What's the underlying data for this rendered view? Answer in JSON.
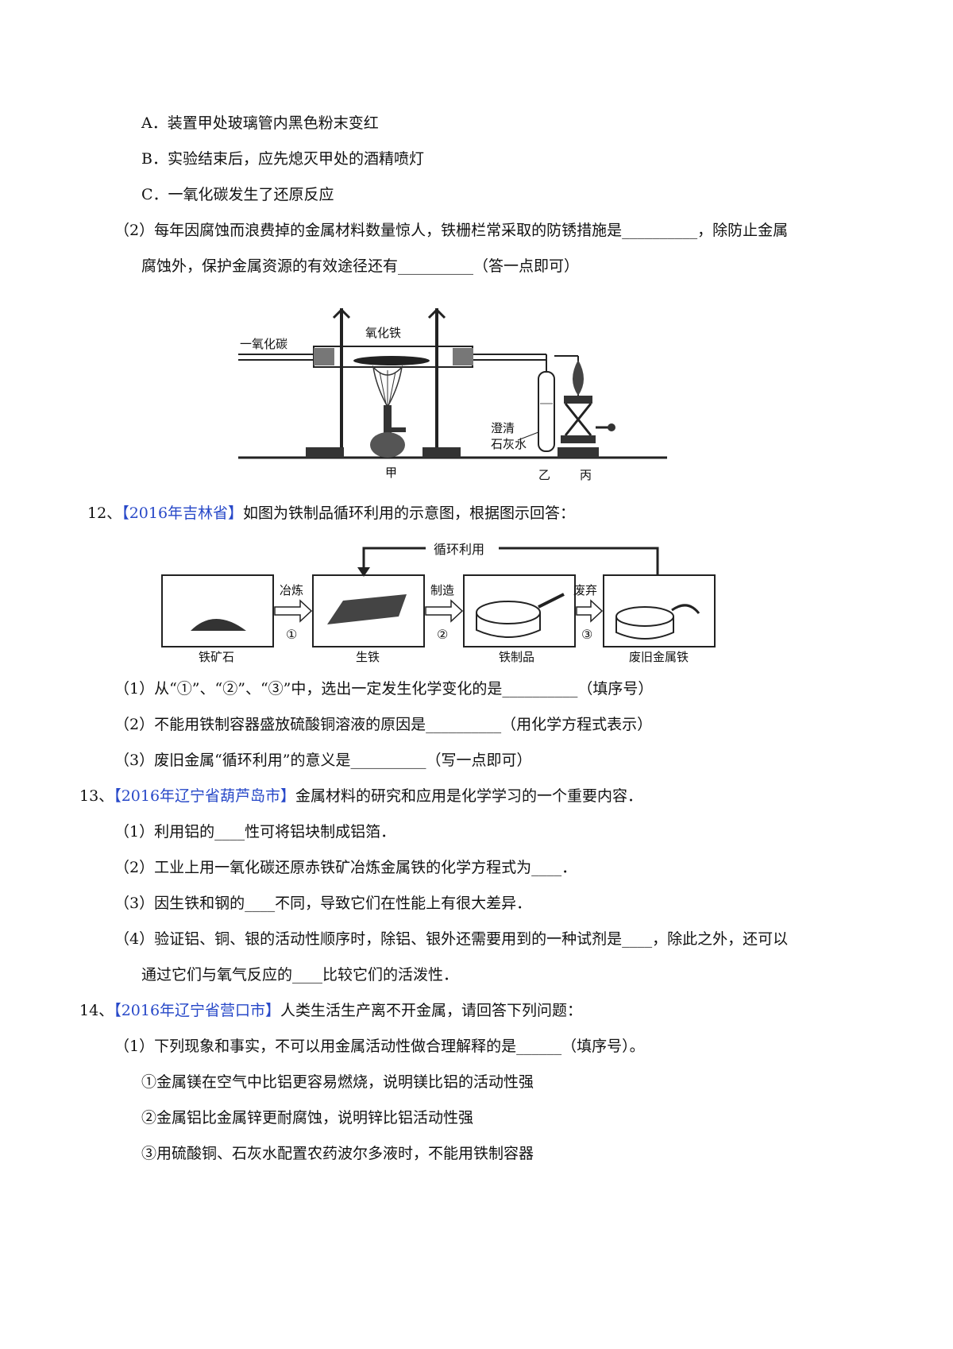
{
  "q11": {
    "optA": "A．装置甲处玻璃管内黑色粉末变红",
    "optB": "B．实验结束后，应先熄灭甲处的酒精喷灯",
    "optC": "C．一氧化碳发生了还原反应",
    "p2_line1": "（2）每年因腐蚀而浪费掉的金属材料数量惊人，铁栅栏常采取的防锈措施是__________，除防止金属",
    "p2_line2": "腐蚀外，保护金属资源的有效途径还有__________（答一点即可）",
    "figure": {
      "label_co": "一氧化碳",
      "label_fe2o3": "氧化铁",
      "label_limewater_1": "澄清",
      "label_limewater_2": "石灰水",
      "label_jia": "甲",
      "label_yi": "乙",
      "label_bing": "丙"
    }
  },
  "q12": {
    "number": "12、",
    "source": "【2016年吉林省】",
    "stem": "如图为铁制品循环利用的示意图，根据图示回答：",
    "figure": {
      "cycle_label": "循环利用",
      "step1": "冶炼",
      "step2": "制造",
      "step3": "废弃",
      "circle1": "①",
      "circle2": "②",
      "circle3": "③",
      "box1": "铁矿石",
      "box2": "生铁",
      "box3": "铁制品",
      "box4": "废旧金属铁"
    },
    "sub1": "（1）从“①”、“②”、“③”中，选出一定发生化学变化的是__________（填序号）",
    "sub2": "（2）不能用铁制容器盛放硫酸铜溶液的原因是__________（用化学方程式表示）",
    "sub3": "（3）废旧金属“循环利用”的意义是__________（写一点即可）"
  },
  "q13": {
    "number": "13、",
    "source": "【2016年辽宁省葫芦岛市】",
    "stem": "金属材料的研究和应用是化学学习的一个重要内容．",
    "sub1": "（1）利用铝的____性可将铝块制成铝箔．",
    "sub2": "（2）工业上用一氧化碳还原赤铁矿冶炼金属铁的化学方程式为____．",
    "sub3": "（3）因生铁和钢的____不同，导致它们在性能上有很大差异．",
    "sub4_line1": "（4）验证铝、铜、银的活动性顺序时，除铝、银外还需要用到的一种试剂是____，除此之外，还可以",
    "sub4_line2": "通过它们与氧气反应的____比较它们的活泼性．"
  },
  "q14": {
    "number": "14、",
    "source": "【2016年辽宁省营口市】",
    "stem": "人类生活生产离不开金属，请回答下列问题：",
    "sub1": "（1）下列现象和事实，不可以用金属活动性做合理解释的是______（填序号）。",
    "item1": "①金属镁在空气中比铝更容易燃烧，说明镁比铝的活动性强",
    "item2": "②金属铝比金属锌更耐腐蚀，说明锌比铝活动性强",
    "item3": "③用硫酸铜、石灰水配置农药波尔多液时，不能用铁制容器"
  }
}
